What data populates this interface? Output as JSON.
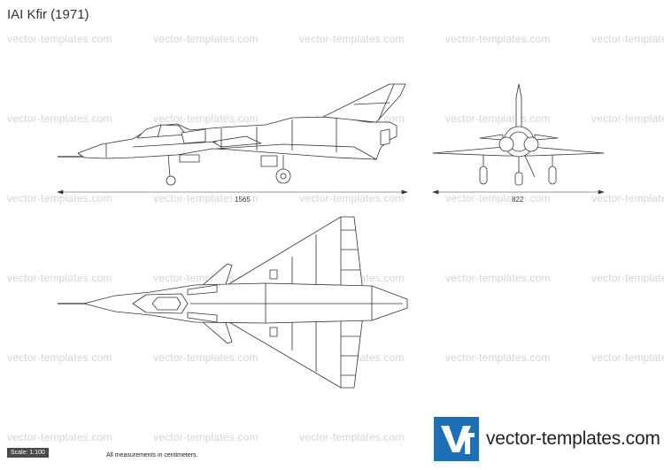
{
  "title": "IAI Kfir (1971)",
  "watermark": "vector-templates.com",
  "dimensions": {
    "side_length": "1565",
    "front_span": "822"
  },
  "footer": {
    "scale": "Scale: 1:100",
    "note": "All measurements in centimeters.",
    "brand": "vector-templates.com",
    "logo_mark": "VT",
    "logo_color": "#1e6fb6"
  }
}
